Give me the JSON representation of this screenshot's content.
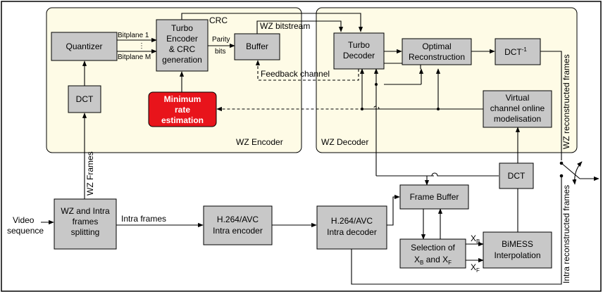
{
  "regions": {
    "encoder": {
      "label": "WZ Encoder"
    },
    "decoder": {
      "label": "WZ Decoder"
    }
  },
  "blocks": {
    "quantizer": {
      "lines": [
        "Quantizer"
      ]
    },
    "dct_enc": {
      "lines": [
        "DCT"
      ]
    },
    "turbo_encoder": {
      "lines": [
        "Turbo",
        "Encoder",
        "& CRC",
        "generation"
      ]
    },
    "buffer": {
      "lines": [
        "Buffer"
      ]
    },
    "min_rate": {
      "lines": [
        "Minimum",
        "rate",
        "estimation"
      ]
    },
    "turbo_decoder": {
      "lines": [
        "Turbo",
        "Decoder"
      ]
    },
    "optimal_recon": {
      "lines": [
        "Optimal",
        "Reconstruction"
      ]
    },
    "idct": {
      "base": "DCT",
      "sup": "-1"
    },
    "virtual_channel": {
      "lines": [
        "Virtual",
        "channel online",
        "modelisation"
      ]
    },
    "dct_dec": {
      "lines": [
        "DCT"
      ]
    },
    "frame_buffer": {
      "lines": [
        "Frame Buffer"
      ]
    },
    "wz_intra_split": {
      "lines": [
        "WZ and Intra",
        "frames",
        "splitting"
      ]
    },
    "h264_encoder": {
      "lines": [
        "H.264/AVC",
        "Intra encoder"
      ]
    },
    "h264_decoder": {
      "lines": [
        "H.264/AVC",
        "Intra decoder"
      ]
    },
    "selection": {
      "line1": "Selection of",
      "xb": "X",
      "xb_sub": "B",
      "and": "and X",
      "xf_sub": "F"
    },
    "bimess": {
      "lines": [
        "BiMESS",
        "Interpolation"
      ]
    }
  },
  "labels": {
    "bitplane1": "Bitplane 1",
    "bitplane_dots": "⋮",
    "bitplanem": "Bitplane M",
    "crc": "CRC",
    "parity1": "Parity",
    "parity2": "bits",
    "wz_bitstream": "WZ bitstream",
    "feedback": "Feedback channel",
    "wz_frames": "WZ Frames",
    "video1": "Video",
    "video2": "sequence",
    "intra_frames": "Intra frames",
    "wz_recon": "WZ reconstructed frames",
    "intra_recon": "Intra reconstructed frames",
    "xb": "X",
    "xb_sub": "B",
    "xf": "X",
    "xf_sub": "F"
  }
}
